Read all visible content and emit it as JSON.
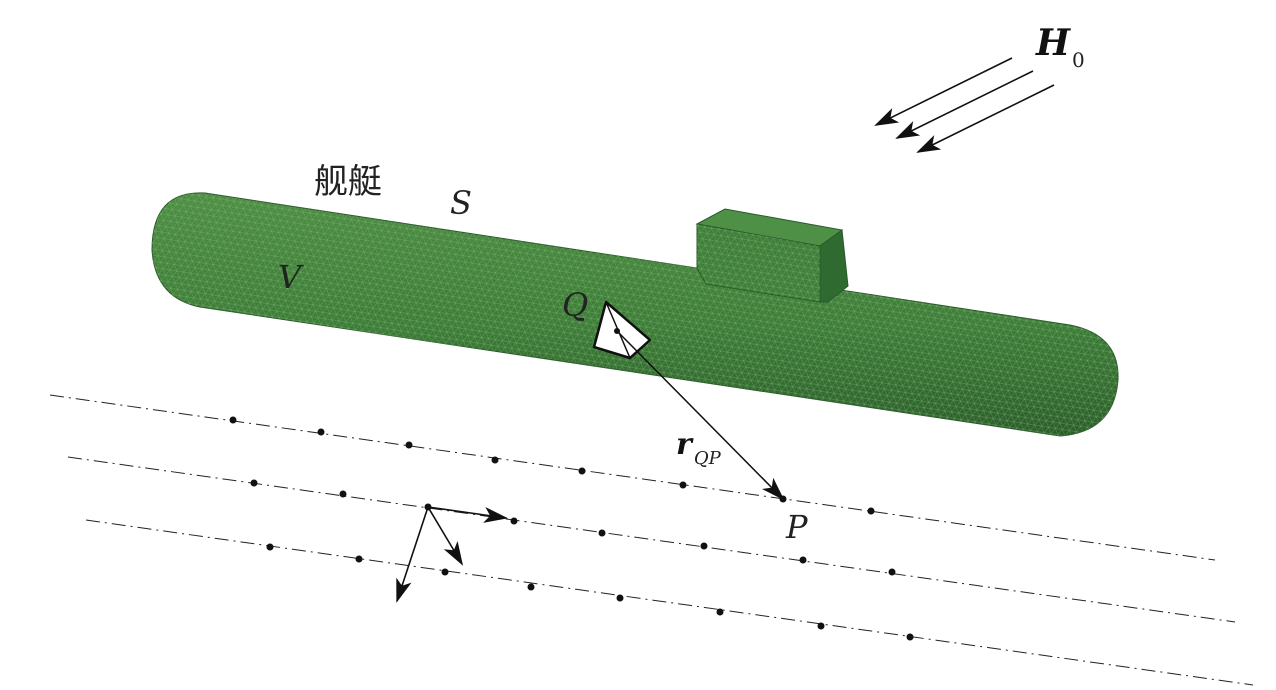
{
  "labels": {
    "vessel": "舰艇",
    "surface": "S",
    "volume": "V",
    "source_point": "Q",
    "field_point": "P",
    "distance_main": "r",
    "distance_sub": "QP",
    "field_main": "H",
    "field_sub": "0"
  },
  "colors": {
    "hull": "#3f7e3b",
    "hull_dark": "#2f6330",
    "mesh": "#7fb36f",
    "line": "#111111"
  }
}
